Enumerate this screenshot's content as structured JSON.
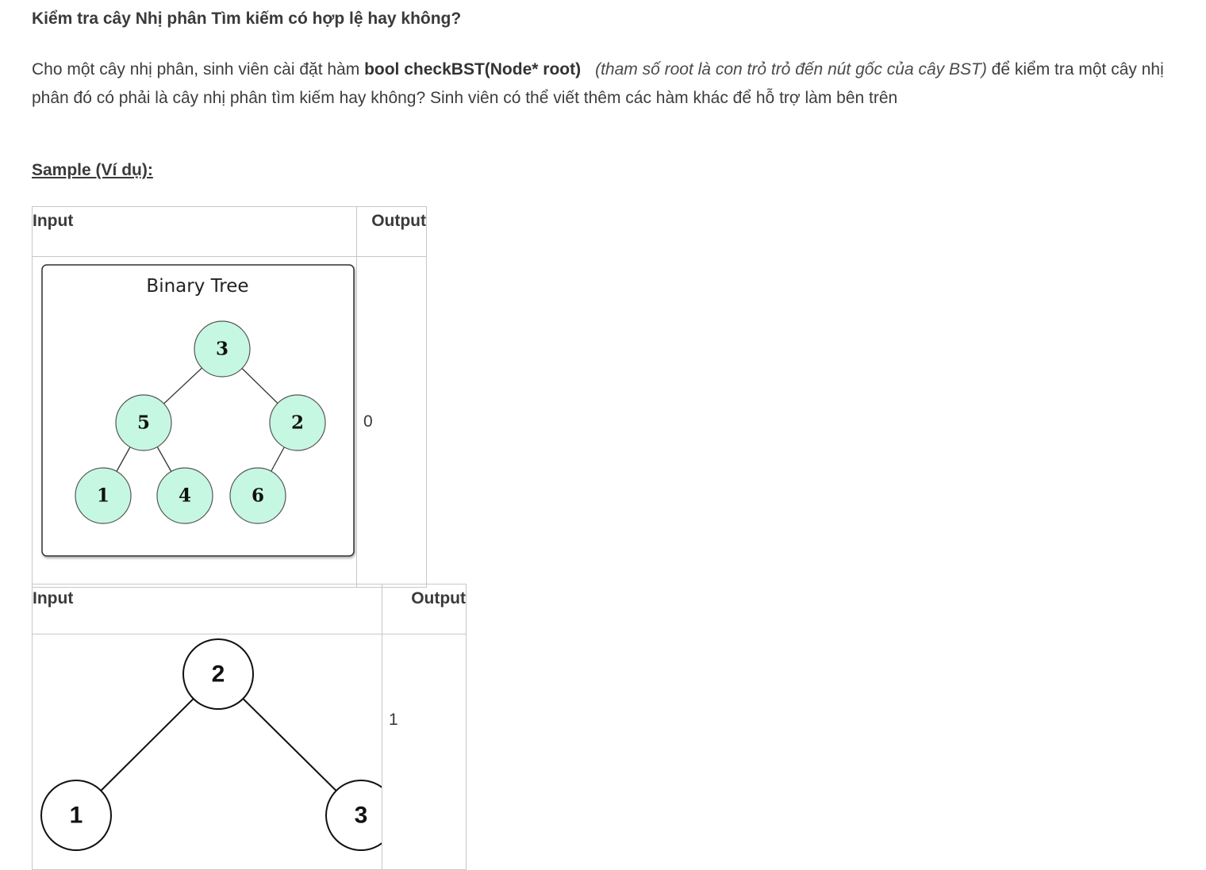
{
  "problem": {
    "title": "Kiểm tra cây Nhị phân Tìm kiếm có hợp lệ hay không?",
    "desc_before": "Cho một cây nhị phân, sinh viên cài đặt hàm ",
    "function_signature": "bool checkBST(Node* root)",
    "param_note": "(tham số root là con trỏ trỏ đến nút gốc của cây BST)",
    "desc_after": " để kiểm tra một cây nhị phân đó có phải là cây nhị phân tìm kiếm hay không? Sinh viên có thể viết thêm các hàm khác để hỗ trợ làm bên trên"
  },
  "sample_heading": "Sample (Ví dụ):",
  "samples": [
    {
      "input_header": "Input",
      "output_header": "Output",
      "output": "0",
      "diagram": {
        "title": "Binary Tree",
        "node_fill": "#c6f7e2",
        "nodes": [
          "3",
          "5",
          "2",
          "1",
          "4",
          "6"
        ]
      }
    },
    {
      "input_header": "Input",
      "output_header": "Output",
      "output": "1",
      "diagram": {
        "node_fill": "#ffffff",
        "nodes": [
          "2",
          "1",
          "3"
        ]
      }
    }
  ]
}
